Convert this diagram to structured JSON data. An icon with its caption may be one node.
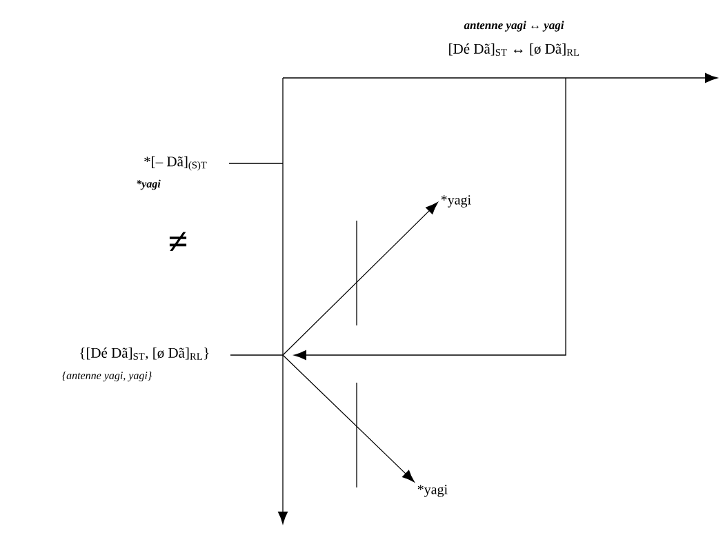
{
  "diagram": {
    "nodes": [
      {
        "text": [
          "*yagi"
        ]
      },
      {
        "text": [
          "*yagi"
        ]
      }
    ],
    "edges": [
      {
        "from": null,
        "to": 0,
        "arrow": "to"
      },
      {
        "from": null,
        "to": 1,
        "arrow": "to"
      }
    ],
    "labels": [
      "antenne yagi ↔ yagi",
      "[Dé Dã]$_{ST}$ ↔ [ø Dã]$_{RL}$",
      "*[– Dã]$_{(S)T}$",
      "*yagi",
      "≠",
      "{[Dé Dã]$_{ST}$, [ø Dã]$_{RL}$}",
      "{antenne yagi, yagi}"
    ]
  }
}
